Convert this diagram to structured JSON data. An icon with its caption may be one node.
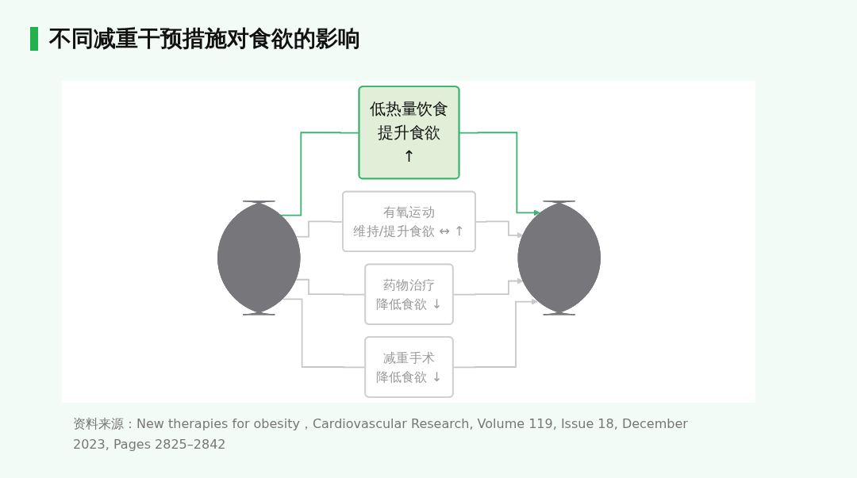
{
  "diagram": {
    "title": "不同减重干预措施对食欲的影响",
    "caption": "资料来源：New therapies for obesity，Cardiovascular Research, Volume 119, Issue 18, December 2023, Pages 2825–2842",
    "nodes": [
      {
        "text": [],
        "shape": "person"
      },
      {
        "text": [
          "低热量饮食",
          "提升食欲",
          "↑"
        ]
      },
      {
        "text": [
          "有氧运动",
          "维持/提升食欲 ↔ ↑"
        ]
      },
      {
        "text": [
          "药物治疗",
          "降低食欲 ↓"
        ]
      },
      {
        "text": [
          "减重手术",
          "降低食欲 ↓"
        ]
      },
      {
        "text": [],
        "shape": "person"
      }
    ],
    "edges": [
      {
        "from": 0,
        "to": 1,
        "arrow": "none",
        "color": "#3cb371"
      },
      {
        "from": 1,
        "to": 5,
        "arrow": "to",
        "color": "#3cb371"
      },
      {
        "from": 0,
        "to": 2,
        "arrow": "none"
      },
      {
        "from": 2,
        "to": 5,
        "arrow": "to"
      },
      {
        "from": 0,
        "to": 3,
        "arrow": "none"
      },
      {
        "from": 3,
        "to": 5,
        "arrow": "to"
      },
      {
        "from": 0,
        "to": 4,
        "arrow": "none"
      },
      {
        "from": 4,
        "to": 5,
        "arrow": "to"
      }
    ]
  }
}
